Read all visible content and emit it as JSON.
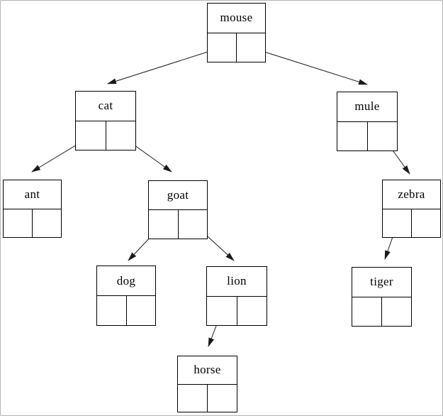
{
  "diagram": {
    "type": "binary-search-tree",
    "nodes": {
      "mouse": {
        "label": "mouse"
      },
      "cat": {
        "label": "cat"
      },
      "mule": {
        "label": "mule"
      },
      "ant": {
        "label": "ant"
      },
      "goat": {
        "label": "goat"
      },
      "zebra": {
        "label": "zebra"
      },
      "dog": {
        "label": "dog"
      },
      "lion": {
        "label": "lion"
      },
      "tiger": {
        "label": "tiger"
      },
      "horse": {
        "label": "horse"
      }
    },
    "edges": [
      {
        "from": "mouse",
        "pointer": "left",
        "to": "cat"
      },
      {
        "from": "mouse",
        "pointer": "right",
        "to": "mule"
      },
      {
        "from": "cat",
        "pointer": "left",
        "to": "ant"
      },
      {
        "from": "cat",
        "pointer": "right",
        "to": "goat"
      },
      {
        "from": "goat",
        "pointer": "left",
        "to": "dog"
      },
      {
        "from": "goat",
        "pointer": "right",
        "to": "lion"
      },
      {
        "from": "lion",
        "pointer": "left",
        "to": "horse"
      },
      {
        "from": "mule",
        "pointer": "right",
        "to": "zebra"
      },
      {
        "from": "zebra",
        "pointer": "left",
        "to": "tiger"
      }
    ],
    "colors": {
      "node_border": "#000000",
      "edge_line": "#1a1a1a",
      "background": "#ffffff",
      "frame": "#b3b3b3"
    }
  }
}
